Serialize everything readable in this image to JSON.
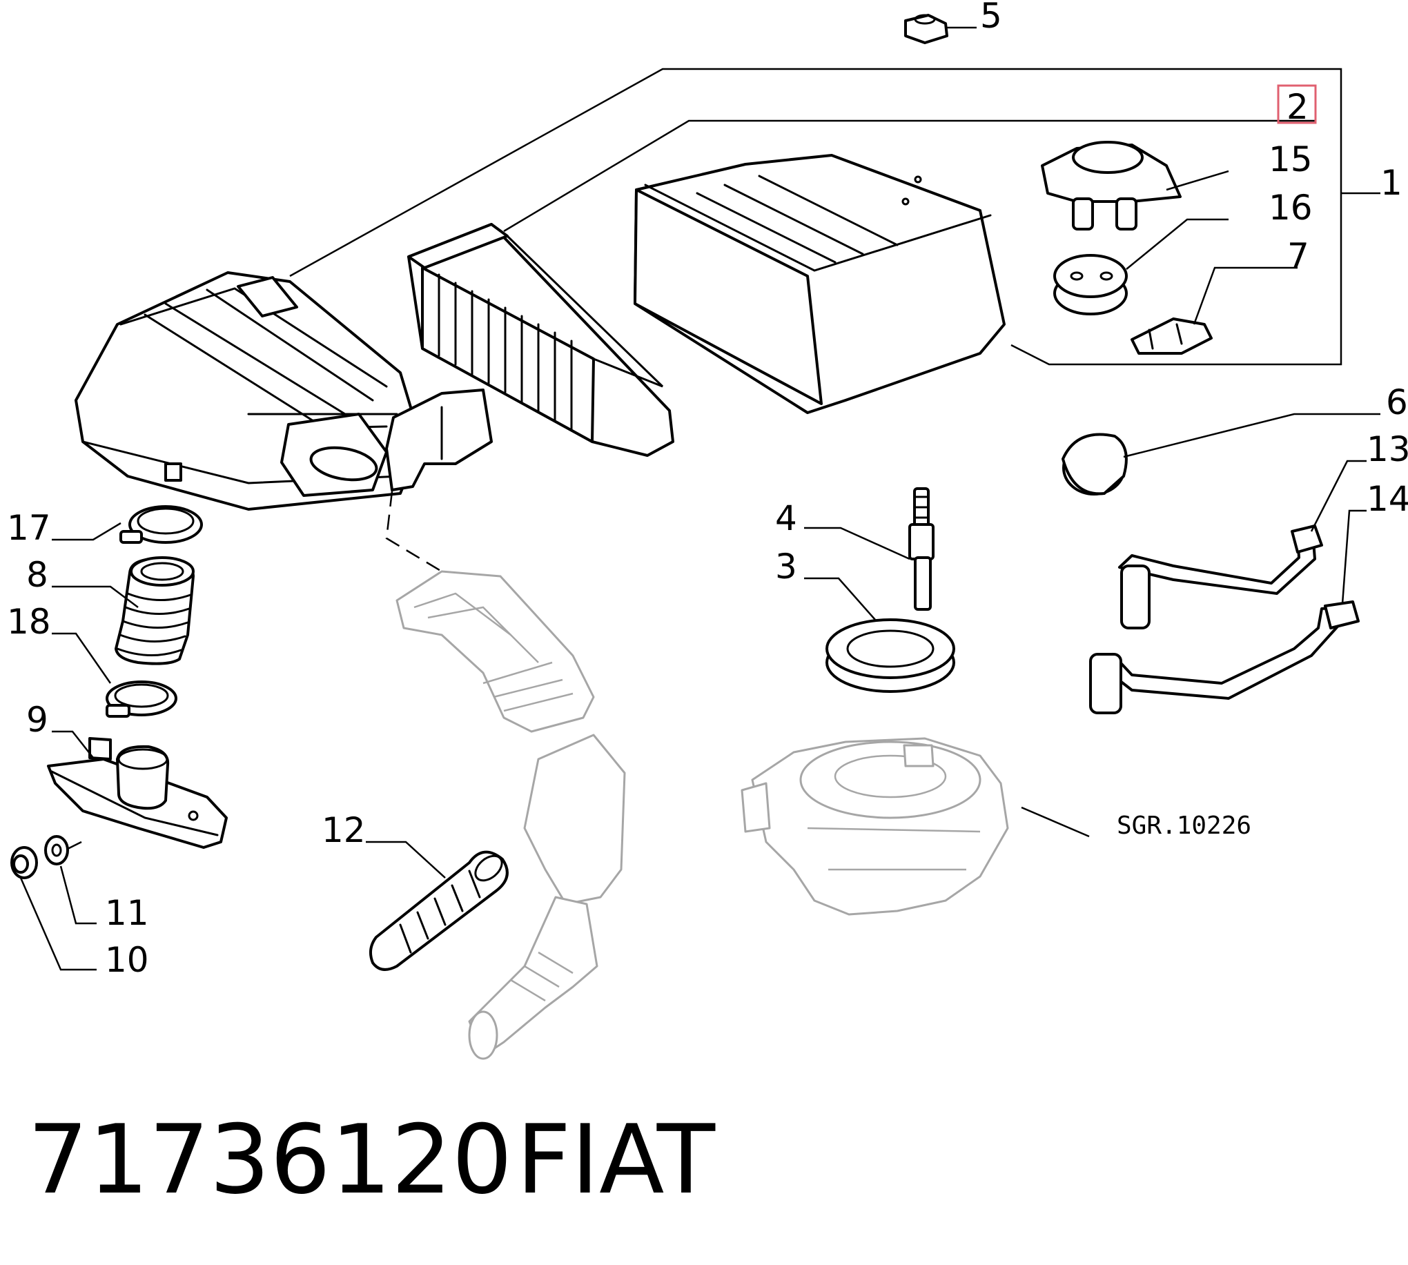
{
  "callouts": {
    "c1": "1",
    "c2": "2",
    "c3": "3",
    "c4": "4",
    "c5": "5",
    "c6": "6",
    "c7": "7",
    "c8": "8",
    "c9": "9",
    "c10": "10",
    "c11": "11",
    "c12": "12",
    "c13": "13",
    "c14": "14",
    "c15": "15",
    "c16": "16",
    "c17": "17",
    "c18": "18"
  },
  "highlighted_callout": "2",
  "colors": {
    "highlight_box": "#e06070",
    "ghost_parts": "#a6a6a6"
  },
  "reference_code": "SGR.10226",
  "part_number": "71736120",
  "brand": "FIAT"
}
